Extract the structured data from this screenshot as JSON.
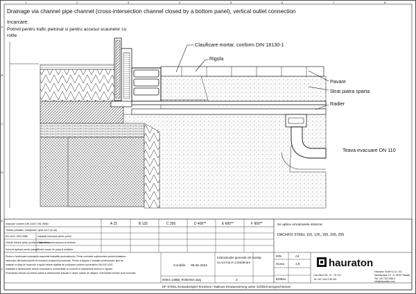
{
  "title": "Drainage via channel pipe channel (cross-intersection channel closed by a bottom panel), vertical outlet connection",
  "incarcare": {
    "label": "Incarcare:",
    "text_line1": "Potrivit pentru trafic pietonal si pentru accesul scaunelor cu",
    "text_line2": "rotile"
  },
  "labels": {
    "clasificare": "Clasificare mortar, conform DIN 18130-1",
    "rigola": "Rigola",
    "pavare": "Pavare",
    "strat": "Strat piatra sparta",
    "radier": "Radier",
    "teava": "Teava evacuare DN 110"
  },
  "title_block": {
    "class_row_label": "Incarcare conform DIN 1433 / DIN 19580",
    "classes": [
      "A 15",
      "B 125",
      "C 250",
      "D 400**",
      "E 600**",
      "F 900**"
    ],
    "left_rows": [
      "Testata (ultrafata / sub/ghiduri / grad cca 2 (si usi)",
      "EN 1433 / DIN 19580",
      "Cerinte tehnice pentru profile si asamblare",
      "Zona de aplicare pentru pavaje"
    ],
    "small_rows": [
      "Instalatie interioara pentru pereti",
      "Trafic de la pietonal pana la vehicule",
      "Pentru lucrari de pavaj si asfaltare"
    ],
    "notes": [
      "Pentru o functionare impecabila respectati indicatiile producatorului. Pentru cerintele suplimentare privind instalarea",
      "sistemului cititi instructiunile de montaj si prospectul produsului. Pentru a asigura o instalare profesionala, tipul de",
      "material si clasa de incarcare a rigolei trebuie stabilite de proiectant conform prevederilor DIN EN 1433.",
      "Instalatia si dimensiunile trebuie executate in conformitate cu normele si standardele tehnice in vigoare.",
      "Proiectantul trebuie sa verifice datele si dimensiunile indicate in desen inainte de utilizare. Schimbarile tehnice sunt rezervate."
    ],
    "supplier_head": "Se aplica urmatoarele sisteme:",
    "product": "DACHFIX STEEL 115, 135, 155, 205, 255",
    "conditie_label": "Conditie",
    "conditie_date": "09.06.2022",
    "instr_line1": "Instructiunile generale de montaj",
    "instr_line2": "nu vor lua in considerare",
    "din_label": "DIN",
    "din_value": "A4",
    "scale_label": "Scara",
    "scale_value": "1:5",
    "drawing_number": "00001-1385B_ROMANIA.dwg",
    "sheet_no": "3",
    "ed_label": "EDBev",
    "brand": "hauraton",
    "company_lines": [
      "Hauraton GmbH & Co. KG",
      "Werkstrasse 13 · D-76437 Rastatt",
      "Tel: +49 7222 958-0",
      "info@hauraton.com"
    ],
    "company_address": "Carl-Benz-Str. 13 · 76 473",
    "company_phone": "Tel +49 7444 9 99 901",
    "footer": "DF-STEEL Einbaubeispiel Terrassen / Balkone Entwaesserung ueber Schlitzrinnengeschlossen"
  },
  "border_marks": {
    "top": [
      "1",
      "2",
      "3",
      "4",
      "5",
      "6",
      "7",
      "8"
    ],
    "side": [
      "A",
      "B",
      "C",
      "D",
      "E",
      "F"
    ]
  }
}
